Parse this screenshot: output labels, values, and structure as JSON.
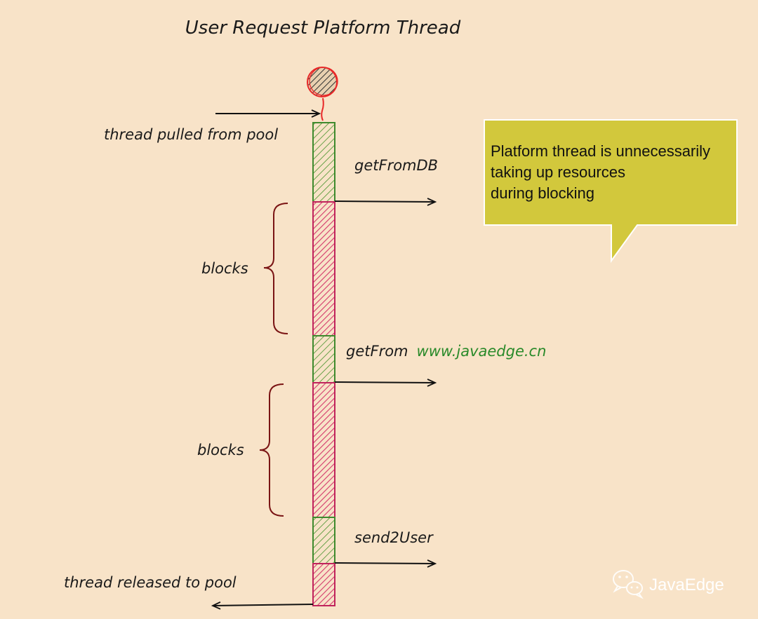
{
  "title": "User Request Platform Thread",
  "labels": {
    "pulled": "thread pulled from pool",
    "get_from_db": "getFromDB",
    "blocks_1": "blocks",
    "get_from": "getFrom",
    "url": "www.javaedge.cn",
    "blocks_2": "blocks",
    "send2user": "send2User",
    "released": "thread released to pool"
  },
  "callout": {
    "text": "Platform thread is unnecessarily\ntaking up resources\nduring blocking"
  },
  "watermark": {
    "icon": "wechat-icon",
    "text": "JavaEdge"
  },
  "colors": {
    "background": "#f8e3c8",
    "active_stroke": "#3f8a2e",
    "blocked_stroke": "#c0245c",
    "brace": "#7a1414",
    "callout_fill": "#d2c83c",
    "url": "#2a8a2a",
    "start_node": "#e82828"
  }
}
